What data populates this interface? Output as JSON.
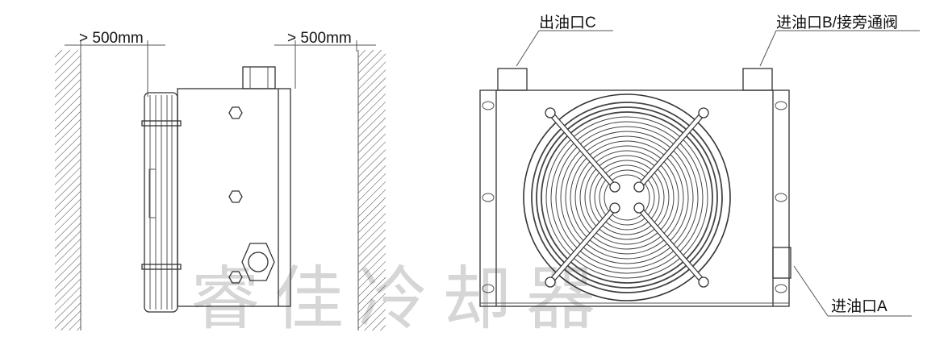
{
  "dimensions": {
    "left_clearance": "> 500mm",
    "right_clearance": "> 500mm"
  },
  "ports": {
    "outlet_c": "出油口C",
    "inlet_b": "进油口B/接旁通阀",
    "inlet_a": "进油口A"
  },
  "watermark": "睿佳冷却器",
  "colors": {
    "line": "#333333",
    "watermark": "#d6d6d6"
  }
}
